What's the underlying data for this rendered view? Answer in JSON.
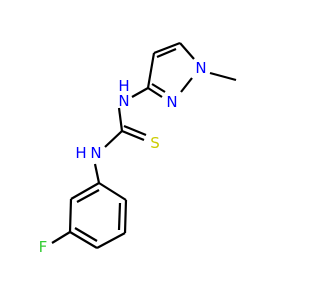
{
  "molecule": {
    "atoms": {
      "nh_upper": {
        "label": "N",
        "sub": "H",
        "color": "#0000ff"
      },
      "nh_lower": {
        "label": "N",
        "sub": "H",
        "color": "#0000ff"
      },
      "n_pyrazole_2": {
        "label": "N",
        "color": "#0000ff"
      },
      "n_pyrazole_1": {
        "label": "N",
        "color": "#0000ff"
      },
      "sulfur": {
        "label": "S",
        "color": "#cccc00"
      },
      "fluorine": {
        "label": "F",
        "color": "#33cc33"
      }
    },
    "bond_color": "#000000"
  }
}
